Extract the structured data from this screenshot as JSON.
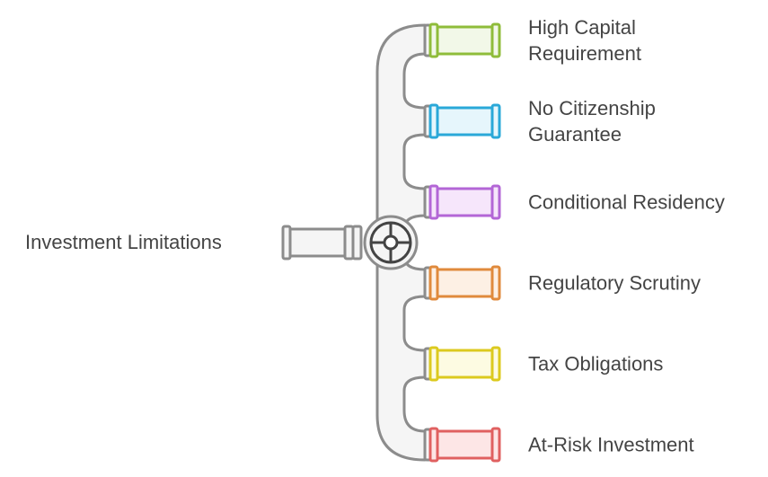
{
  "root": {
    "label": "Investment Limitations"
  },
  "colors": {
    "pipe_stroke": "#8c8c8c",
    "pipe_fill": "#f5f5f5",
    "valve": "#444444"
  },
  "outlets": [
    {
      "lines": [
        "High Capital",
        "Requirement"
      ],
      "stroke": "#8fbc3a",
      "fill": "#f2f8e8"
    },
    {
      "lines": [
        "No Citizenship",
        "Guarantee"
      ],
      "stroke": "#2aa8d8",
      "fill": "#e6f6fc"
    },
    {
      "lines": [
        "Conditional Residency"
      ],
      "stroke": "#b366d6",
      "fill": "#f6e6fb"
    },
    {
      "lines": [
        "Regulatory Scrutiny"
      ],
      "stroke": "#e08a3c",
      "fill": "#fdf0e4"
    },
    {
      "lines": [
        "Tax Obligations"
      ],
      "stroke": "#dcca1e",
      "fill": "#fdfbe2"
    },
    {
      "lines": [
        "At-Risk Investment"
      ],
      "stroke": "#e06060",
      "fill": "#fde6e6"
    }
  ]
}
